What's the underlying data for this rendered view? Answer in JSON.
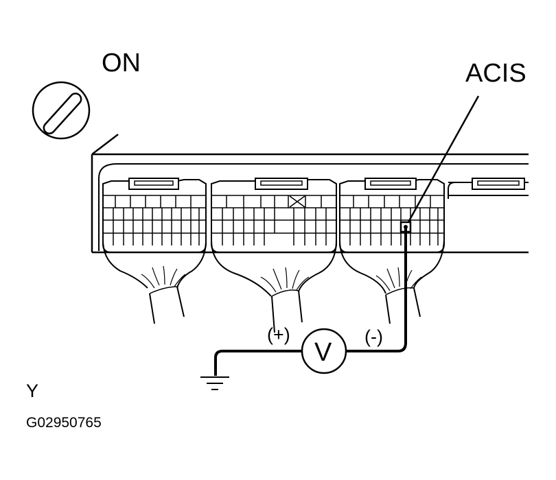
{
  "labels": {
    "ignition": "ON",
    "terminal": "ACIS",
    "positive": "(+)",
    "negative": "(-)",
    "meter": "V",
    "view_mark": "Y",
    "figure_code": "G02950765"
  },
  "colors": {
    "line": "#000000",
    "background": "#ffffff"
  },
  "icons": [
    "ignition-switch-icon",
    "voltmeter-icon",
    "ground-symbol-icon"
  ]
}
